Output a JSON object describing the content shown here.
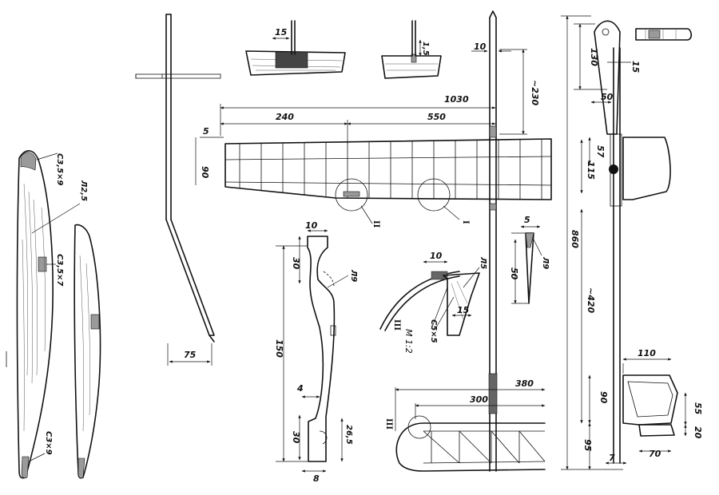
{
  "dimensions": {
    "span_1030": "1030",
    "span_550": "550",
    "span_240": "240",
    "chord_90": "90",
    "thk_5": "5",
    "boom_230": "~230",
    "boom_10": "10",
    "fin_130": "130",
    "fin_15": "15",
    "fin_50": "50",
    "pod_57": "57",
    "pod_115": "115",
    "fuse_860": "860",
    "fuse_420": "~420",
    "tail_110": "110",
    "tail_90": "90",
    "tail_95": "95",
    "tail_7": "7",
    "tail_55": "55",
    "tail_20": "20",
    "tail_70": "70",
    "stab_380": "380",
    "stab_300": "300",
    "rib_10": "10",
    "rib_30a": "30",
    "rib_150": "150",
    "rib_30b": "30",
    "rib_4": "4",
    "rib_8": "8",
    "rib_26": "26,5",
    "rod_75": "75",
    "det_15a": "15",
    "det_15b": "1,5",
    "tip_5": "5",
    "tip_50": "50",
    "arc_10": "10",
    "arc_15": "15"
  },
  "labels": {
    "sec_c35x9": "С3,5×9",
    "sec_l25": "Л2,5",
    "sec_c35x7": "С3,5×7",
    "sec_c3x9": "С3×9",
    "rib_l9": "Л9",
    "tip_l9": "Л9",
    "arc_l5": "Л5",
    "arc_c5x5": "С5×5",
    "view_i": "I",
    "view_ii": "II",
    "view_iii": "III",
    "view_iii_b": "III",
    "scale_m": "М 1:2"
  }
}
